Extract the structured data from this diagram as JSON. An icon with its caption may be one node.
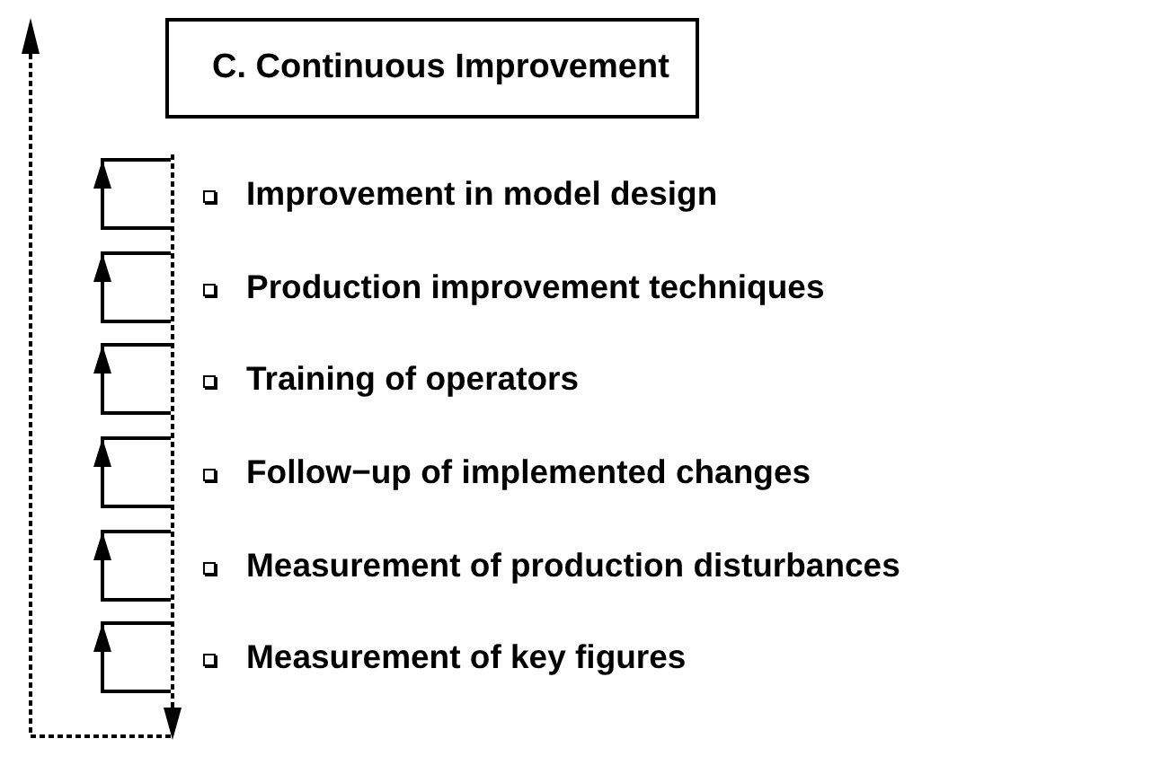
{
  "diagram": {
    "nodes": [
      {
        "text": [
          "C. Continuous Improvement"
        ]
      }
    ],
    "edges": [],
    "labels": [
      "Improvement in model design",
      "Production improvement techniques",
      "Training of operators",
      "Follow−up of implemented changes",
      "Measurement of production disturbances",
      "Measurement of key figures"
    ]
  }
}
